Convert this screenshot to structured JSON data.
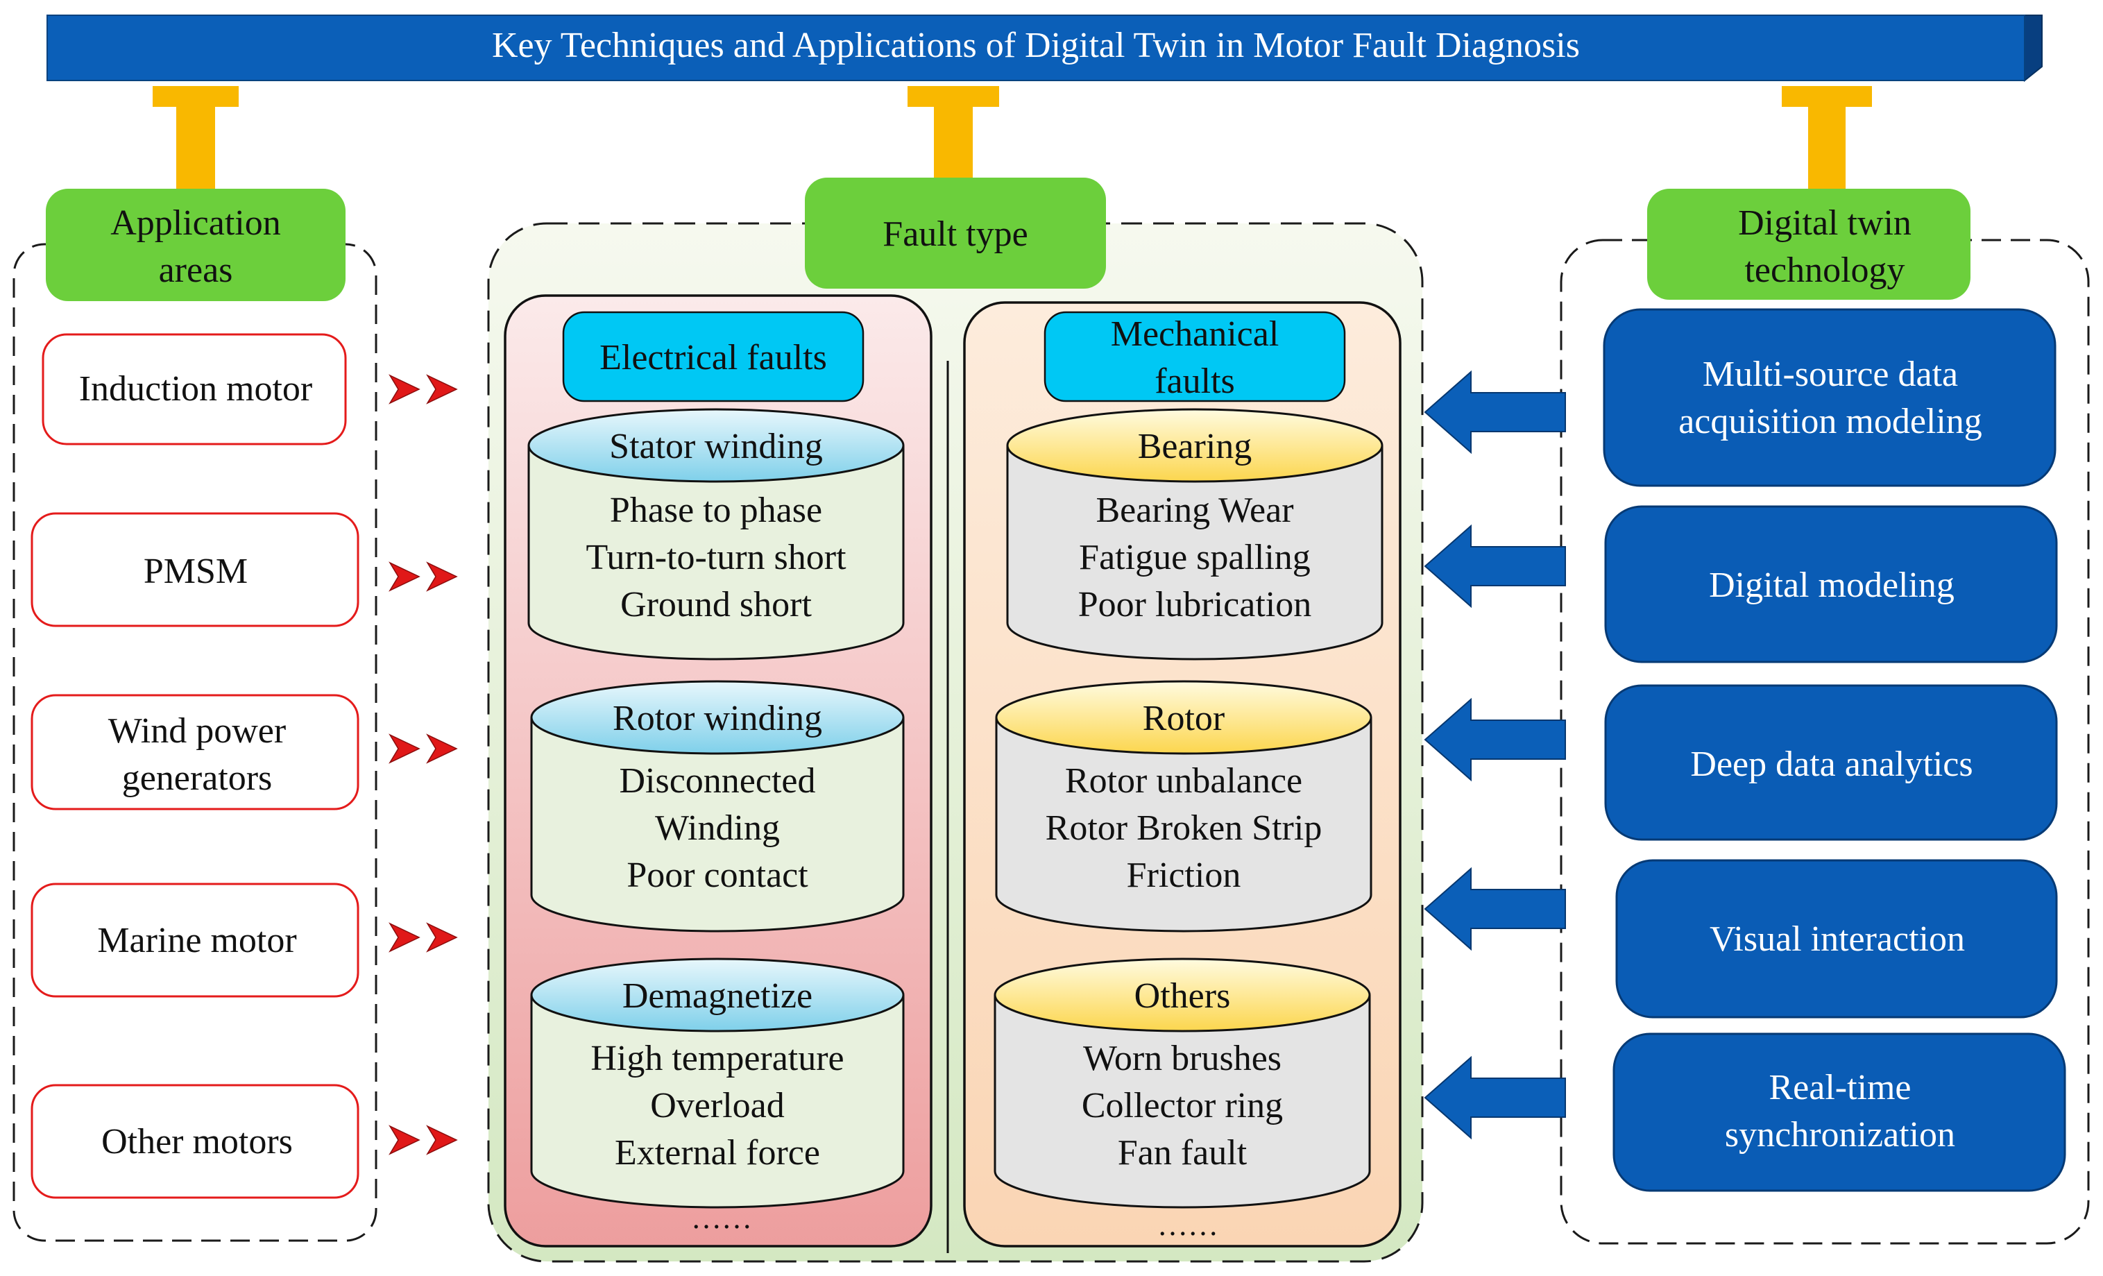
{
  "title": "Key Techniques and Applications of Digital Twin in Motor Fault Diagnosis",
  "application_areas": {
    "header": [
      "Application",
      "areas"
    ],
    "items": [
      [
        "Induction motor"
      ],
      [
        "PMSM"
      ],
      [
        "Wind power",
        "generators"
      ],
      [
        "Marine motor"
      ],
      [
        "Other motors"
      ]
    ]
  },
  "fault_type": {
    "header": "Fault type",
    "electrical": {
      "header": [
        "Electrical faults"
      ],
      "groups": [
        {
          "title": "Stator winding",
          "items": [
            "Phase to phase",
            "Turn-to-turn short",
            "Ground short"
          ]
        },
        {
          "title": "Rotor winding",
          "items": [
            "Disconnected",
            "Winding",
            "Poor contact"
          ]
        },
        {
          "title": "Demagnetize",
          "items": [
            "High temperature",
            "Overload",
            "External force"
          ]
        }
      ],
      "ellipsis": "……"
    },
    "mechanical": {
      "header": [
        "Mechanical",
        "faults"
      ],
      "groups": [
        {
          "title": "Bearing",
          "items": [
            "Bearing Wear",
            "Fatigue spalling",
            "Poor lubrication"
          ]
        },
        {
          "title": "Rotor",
          "items": [
            "Rotor unbalance",
            "Rotor Broken Strip",
            "Friction"
          ]
        },
        {
          "title": "Others",
          "items": [
            "Worn brushes",
            "Collector ring",
            "Fan fault"
          ]
        }
      ],
      "ellipsis": "……"
    }
  },
  "digital_twin_technology": {
    "header": [
      "Digital twin",
      "technology"
    ],
    "items": [
      [
        "Multi-source data",
        "acquisition modeling"
      ],
      [
        "Digital modeling"
      ],
      [
        "Deep data analytics"
      ],
      [
        "Visual interaction"
      ],
      [
        "Real-time",
        "synchronization"
      ]
    ]
  },
  "colors": {
    "title_bar": "#0b5fb8",
    "green_label": "#6ccf3c",
    "up_arrow": "#f9b800",
    "red_border": "#e41b1b",
    "red_chevron": "#e01818",
    "cyan_label": "#00c8f4",
    "blue_box": "#0a5cb5",
    "blue_arrow": "#0b5fb8"
  }
}
